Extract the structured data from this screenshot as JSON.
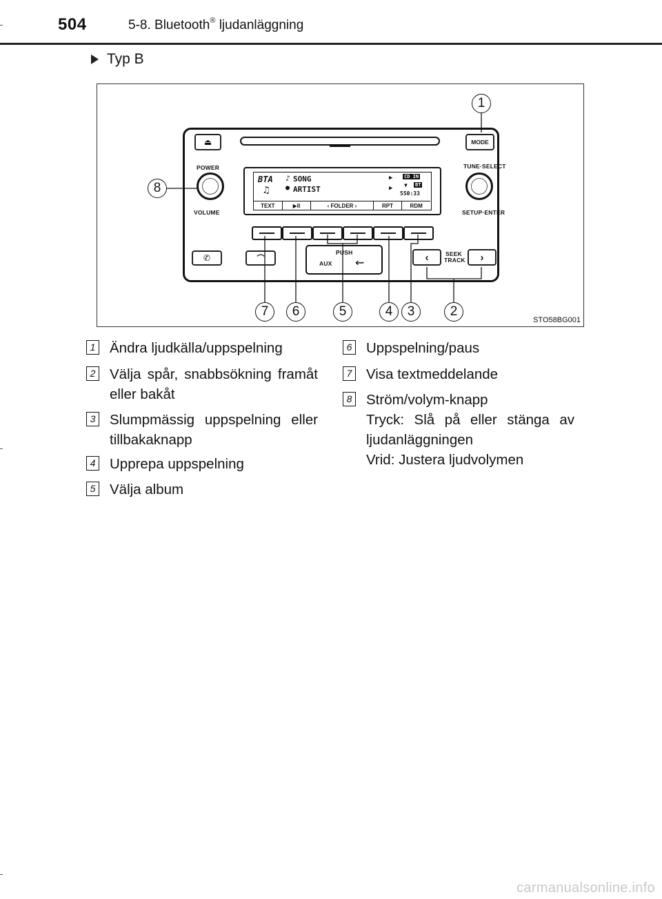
{
  "header": {
    "page_number": "504",
    "section_prefix": "5-8. Bluetooth",
    "section_sup": "®",
    "section_suffix": " ljudanläggning"
  },
  "subheading": "Typ B",
  "figure": {
    "id": "STO58BG001",
    "radio": {
      "power_label": "POWER",
      "volume_label": "VOLUME",
      "mode_label": "MODE",
      "tune_label": "TUNE·SELECT",
      "setup_label": "SETUP·ENTER",
      "seek_label": "SEEK",
      "track_label": "TRACK",
      "push_label": "PUSH",
      "aux_label": "AUX",
      "screen": {
        "source": "BTA",
        "song": "SONG",
        "artist": "ARTIST",
        "badge_cd": "CD IN",
        "badge_bt": "BT",
        "time": "550:33",
        "softkeys": [
          "TEXT",
          "▶II",
          "‹  FOLDER  ›",
          "RPT",
          "RDM"
        ]
      }
    },
    "callouts": [
      "1",
      "2",
      "3",
      "4",
      "5",
      "6",
      "7",
      "8"
    ]
  },
  "legend": [
    {
      "num": "1",
      "text": "Ändra ljudkälla/uppspelning"
    },
    {
      "num": "2",
      "text": "Välja spår, snabbsökning framåt eller bakåt"
    },
    {
      "num": "3",
      "text": "Slumpmässig uppspelning eller tillbakaknapp"
    },
    {
      "num": "4",
      "text": "Upprepa uppspelning"
    },
    {
      "num": "5",
      "text": "Välja album"
    },
    {
      "num": "6",
      "text": "Uppspelning/paus"
    },
    {
      "num": "7",
      "text": "Visa textmeddelande"
    },
    {
      "num": "8",
      "text": "Ström/volym-knapp",
      "lines": [
        "Tryck: Slå på eller stänga av ljudanläggningen",
        "Vrid: Justera ljudvolymen"
      ]
    }
  ],
  "watermark": "carmanualsonline.info"
}
